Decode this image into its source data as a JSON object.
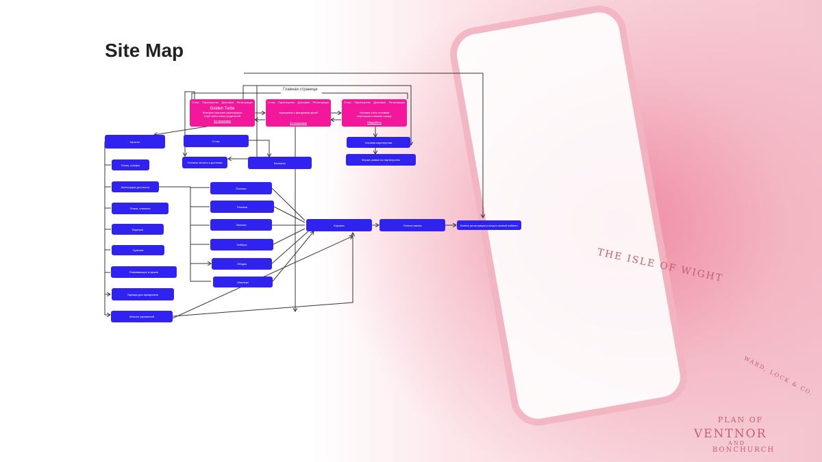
{
  "title": "Site Map",
  "main_label": "Главная страница",
  "nav": [
    "О нас",
    "Партнерство",
    "Доставка",
    "Регистрация"
  ],
  "cards": [
    {
      "title": "Golden Turtle",
      "line1": "Интернет-магазин аксессуаров",
      "line2": "Клуб заботливых родителей",
      "link": "За покупками"
    },
    {
      "title": "",
      "line1": "Украшения с фигурками детей",
      "line2": "",
      "link": "За покупками"
    },
    {
      "title": "",
      "line1": "Условия стать оптовым",
      "line2": "партнером в вашем городе",
      "link": "Подробнее"
    }
  ],
  "boxes": {
    "catalog": "Каталог",
    "about": "О нас",
    "payment_terms": "Условия оплаты и доставки",
    "contacts": "Контакты",
    "partner_terms": "Условия партнерства",
    "partner_form": "Форма заявки на партнерство",
    "socks": "Носки, гольфы",
    "hair": "Аксессуары для волос",
    "belts": "Пояса, слипоны",
    "mittens": "Варежки",
    "bags": "Сумочки",
    "toys": "Развивающие игрушки",
    "clothes": "Одежда для праздников",
    "jewelry": "Каталог украшений",
    "headbands": "Повязки",
    "elastics": "Резинки",
    "clips": "Заколки",
    "sets": "Наборы",
    "hoops": "Ободки",
    "pins": "Шпильки",
    "cart": "Корзина",
    "pay": "Оплата заказа",
    "register": "Анкета регистрации и вход в личный кабинет"
  },
  "background_text": [
    "THE ISLE OF WIGHT",
    "PLAN OF",
    "VENTNOR",
    "AND",
    "BONCHURCH",
    "WARD, LOCK & CO."
  ]
}
